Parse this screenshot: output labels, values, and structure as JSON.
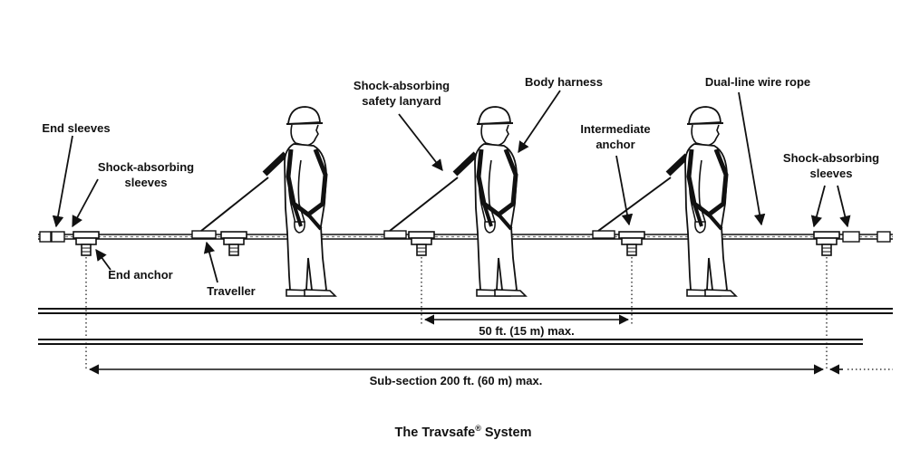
{
  "diagram": {
    "caption_main": "The Travsafe",
    "caption_reg": "®",
    "caption_tail": " System",
    "labels": {
      "end_sleeves": "End sleeves",
      "shock_sleeves_left_1": "Shock-absorbing",
      "shock_sleeves_left_2": "sleeves",
      "end_anchor": "End anchor",
      "traveller": "Traveller",
      "lanyard_1": "Shock-absorbing",
      "lanyard_2": "safety lanyard",
      "body_harness": "Body harness",
      "intermediate_1": "Intermediate",
      "intermediate_2": "anchor",
      "wire_rope": "Dual-line wire rope",
      "shock_sleeves_right_1": "Shock-absorbing",
      "shock_sleeves_right_2": "sleeves"
    },
    "dimensions": {
      "span_max": "50 ft. (15 m) max.",
      "subsection_max": "Sub-section 200 ft. (60 m) max."
    }
  }
}
